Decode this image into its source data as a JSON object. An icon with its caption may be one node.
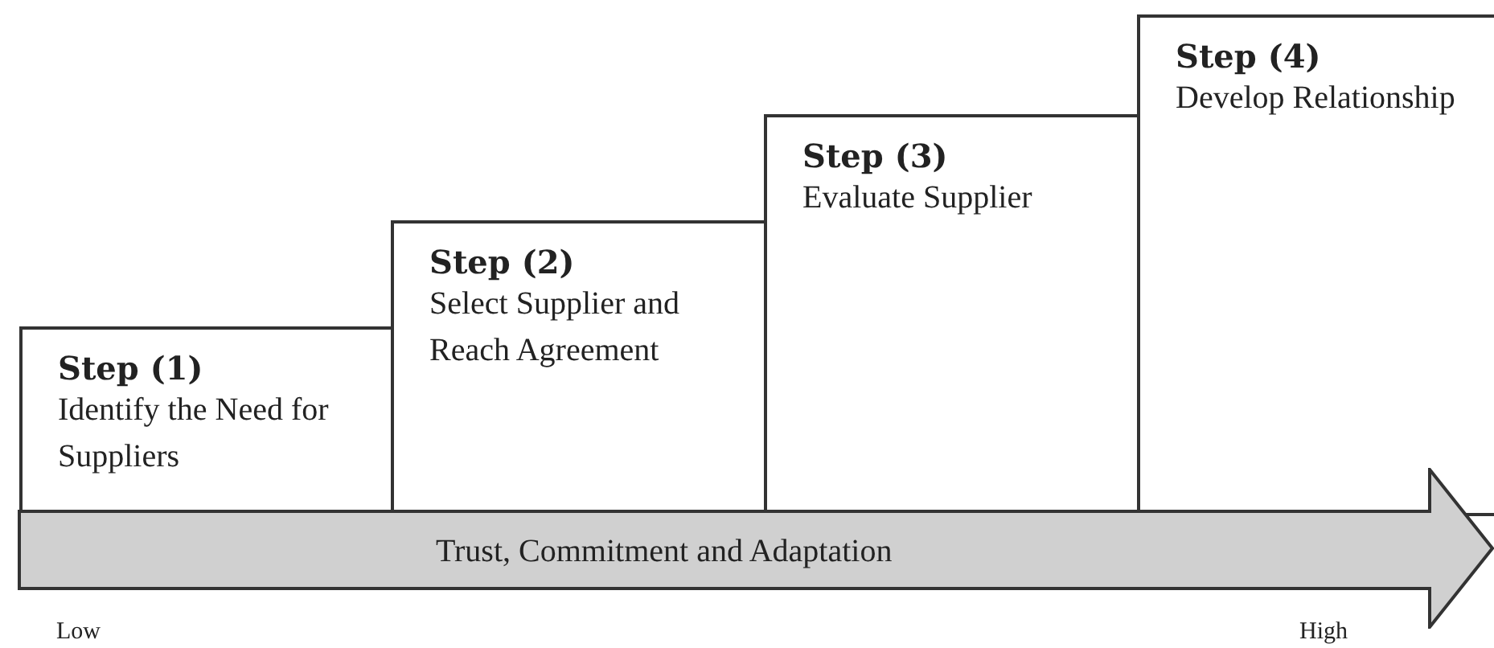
{
  "diagram": {
    "nodes": [
      {
        "text": [
          "Step (1)",
          "Identify the Need for Suppliers"
        ]
      },
      {
        "text": [
          "Step (2)",
          "Select Supplier and Reach Agreement"
        ]
      },
      {
        "text": [
          "Step (3)",
          "Evaluate Supplier"
        ]
      },
      {
        "text": [
          "Step (4)",
          "Develop Relationship"
        ]
      },
      {
        "text": [
          "Trust, Commitment and Adaptation"
        ]
      }
    ],
    "labels": [
      "Low",
      "High"
    ]
  }
}
